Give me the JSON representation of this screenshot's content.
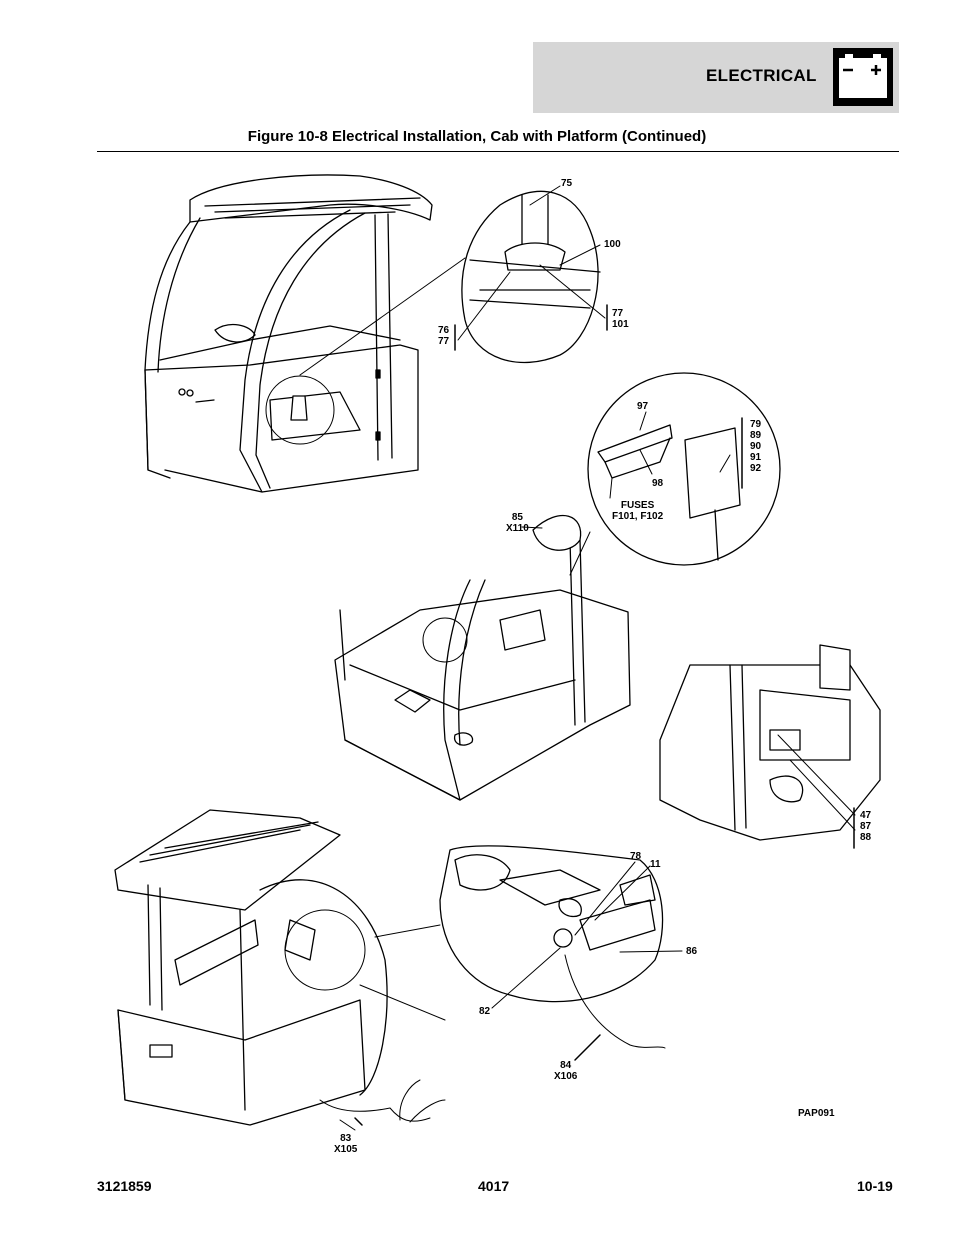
{
  "header": {
    "section": "ELECTRICAL",
    "icon": "battery-icon",
    "band_color": "#d6d6d6"
  },
  "figure": {
    "title": "Figure 10-8 Electrical Installation, Cab with Platform (Continued)",
    "code": "PAP091"
  },
  "callouts": {
    "c75": "75",
    "c100": "100",
    "c77_101": "77\n101",
    "c76_77": "76\n77",
    "c97": "97",
    "c79_92": "79\n89\n90\n91\n92",
    "c98": "98",
    "fuses": "FUSES\nF101, F102",
    "c85": "85\nX110",
    "c47_88": "47\n87\n88",
    "c78": "78",
    "c11": "11",
    "c86": "86",
    "c82": "82",
    "c84": "84\nX106",
    "c83": "83\nX105"
  },
  "footer": {
    "doc_number": "3121859",
    "model": "4017",
    "page": "10-19"
  }
}
